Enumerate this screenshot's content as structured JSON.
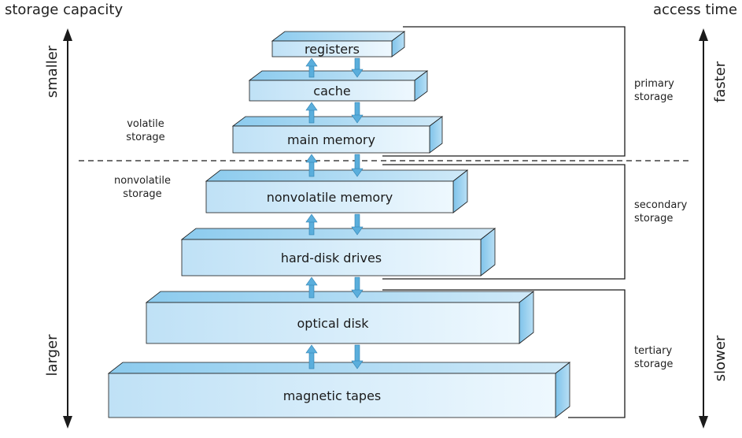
{
  "left_axis": {
    "title": "storage capacity",
    "top_label": "smaller",
    "bottom_label": "larger"
  },
  "right_axis": {
    "title": "access time",
    "top_label": "faster",
    "bottom_label": "slower"
  },
  "levels": [
    {
      "label": "registers"
    },
    {
      "label": "cache"
    },
    {
      "label": "main memory"
    },
    {
      "label": "nonvolatile memory"
    },
    {
      "label": "hard-disk drives"
    },
    {
      "label": "optical disk"
    },
    {
      "label": "magnetic tapes"
    }
  ],
  "side_labels": {
    "volatile": "volatile\nstorage",
    "nonvolatile": "nonvolatile\nstorage"
  },
  "groups": [
    {
      "label": "primary\nstorage"
    },
    {
      "label": "secondary\nstorage"
    },
    {
      "label": "tertiary\nstorage"
    }
  ],
  "colors": {
    "box_front_left": "#c9e6f7",
    "box_front_right": "#eaf6fd",
    "box_top": "#8ccbee",
    "box_side": "#6fb9e6",
    "arrow": "#5aaedc",
    "outline": "#1b1b1b"
  }
}
